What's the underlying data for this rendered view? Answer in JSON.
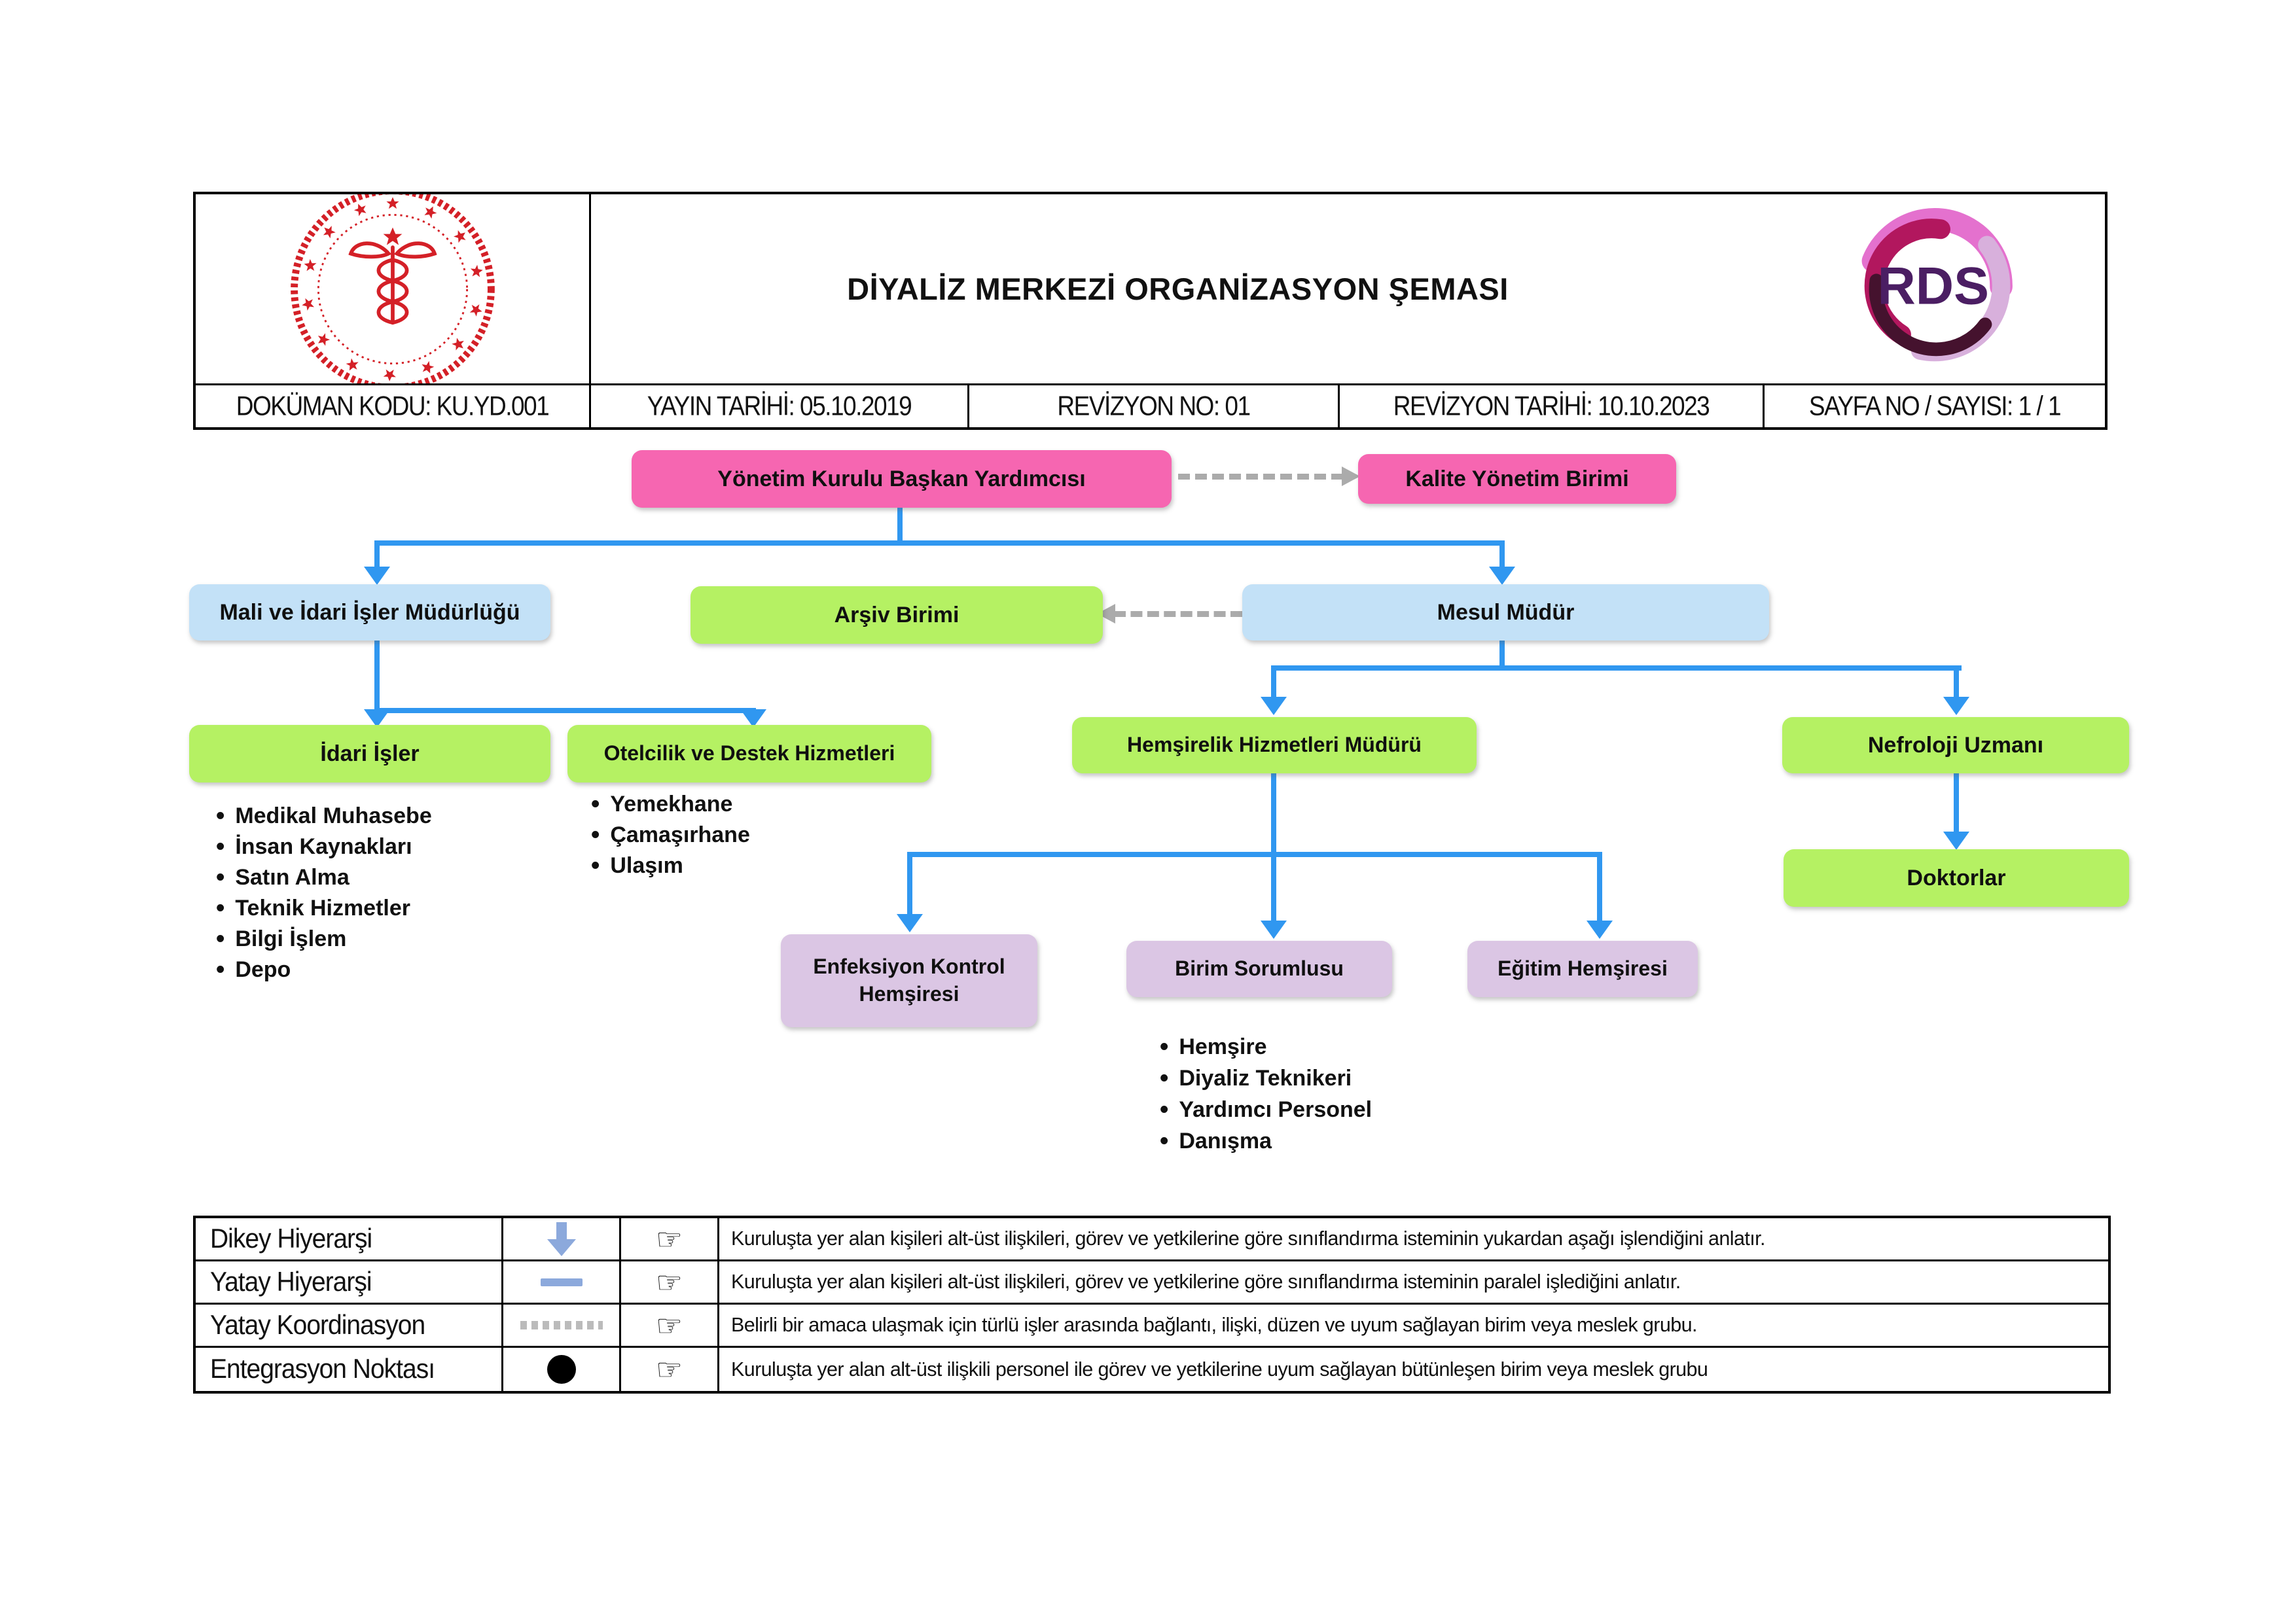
{
  "header": {
    "title": "DİYALİZ MERKEZİ ORGANİZASYON ŞEMASI",
    "rds_label": "RDS",
    "info": {
      "dokuman": "DOKÜMAN KODU: KU.YD.001",
      "yayin": "YAYIN TARİHİ: 05.10.2019",
      "revizyon_no": "REVİZYON NO: 01",
      "revizyon_tarihi": "REVİZYON TARİHİ: 10.10.2023",
      "sayfa": "SAYFA NO / SAYISI: 1 / 1"
    }
  },
  "colors": {
    "node_pink": "#F666B1",
    "node_blue": "#C3E1F7",
    "node_green": "#B5F163",
    "node_lilac": "#DBC6E4",
    "connector_blue": "#3097F0",
    "coordination_gray": "#ABABAB",
    "legend_symbol_blue": "#8CA9DC",
    "emblem_red": "#D42027",
    "rds_purple": "#4B1E63"
  },
  "chart": {
    "nodes": {
      "yonetim": "Yönetim Kurulu Başkan Yardımcısı",
      "kalite": "Kalite Yönetim Birimi",
      "mali": "Mali ve İdari İşler Müdürlüğü",
      "arsiv": "Arşiv Birimi",
      "mesul": "Mesul Müdür",
      "idari": "İdari İşler",
      "otelcilik": "Otelcilik ve Destek Hizmetleri",
      "hemsirelik": "Hemşirelik Hizmetleri Müdürü",
      "nefroloji": "Nefroloji Uzmanı",
      "doktorlar": "Doktorlar",
      "enfeksiyon": "Enfeksiyon Kontrol Hemşiresi",
      "birim": "Birim Sorumlusu",
      "egitim": "Eğitim Hemşiresi"
    },
    "idari_bullets": [
      "Medikal Muhasebe",
      "İnsan Kaynakları",
      "Satın Alma",
      "Teknik Hizmetler",
      "Bilgi İşlem",
      "Depo"
    ],
    "otelcilik_bullets": [
      "Yemekhane",
      "Çamaşırhane",
      "Ulaşım"
    ],
    "birim_bullets": [
      "Hemşire",
      "Diyaliz Teknikeri",
      "Yardımcı Personel",
      "Danışma"
    ]
  },
  "legend": {
    "rows": [
      {
        "label": "Dikey Hiyerarşi",
        "symbol": "arrow-down",
        "hand": "☞",
        "desc": "Kuruluşta yer alan kişileri alt-üst ilişkileri, görev ve yetkilerine göre sınıflandırma isteminin yukardan aşağı işlendiğini anlatır."
      },
      {
        "label": "Yatay Hiyerarşi",
        "symbol": "horizontal-line",
        "hand": "☞",
        "desc": "Kuruluşta yer alan kişileri alt-üst ilişkileri, görev ve yetkilerine göre sınıflandırma isteminin paralel işlediğini anlatır."
      },
      {
        "label": "Yatay Koordinasyon",
        "symbol": "dashed-line",
        "hand": "☞",
        "desc": "Belirli bir amaca ulaşmak için türlü işler arasında bağlantı, ilişki, düzen ve uyum sağlayan birim veya meslek grubu."
      },
      {
        "label": "Entegrasyon Noktası",
        "symbol": "dot",
        "hand": "☞",
        "desc": "Kuruluşta yer alan alt-üst ilişkili personel ile görev ve yetkilerine uyum sağlayan bütünleşen birim veya meslek grubu"
      }
    ]
  }
}
